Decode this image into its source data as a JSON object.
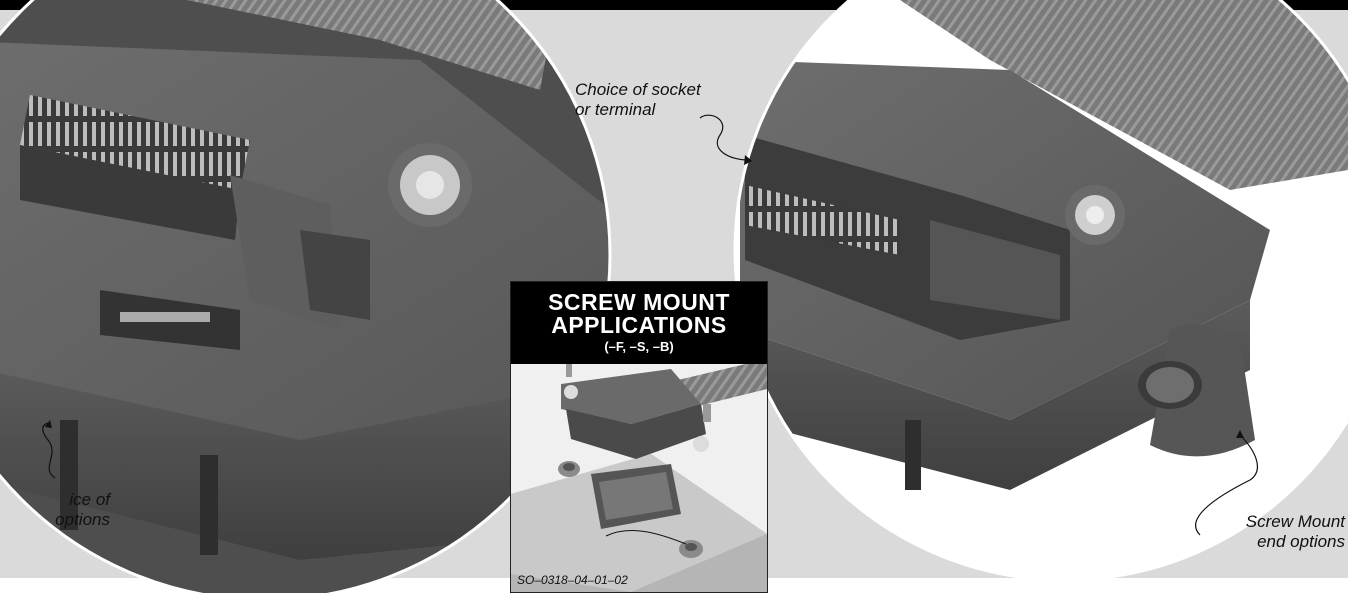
{
  "callouts": {
    "socket_line1": "Choice of socket",
    "socket_line2": "or terminal",
    "left_line1": "ice of",
    "left_line2": "options",
    "screw_line1": "Screw Mount",
    "screw_line2": "end options"
  },
  "inset": {
    "title_line1": "SCREW MOUNT",
    "title_line2": "APPLICATIONS",
    "subtitle": "(–F, –S, –B)",
    "part_number": "SO–0318–04–01–02"
  },
  "colors": {
    "band": "#000000",
    "background_gray": "#dadada",
    "connector_body": "#5a5a5a"
  }
}
